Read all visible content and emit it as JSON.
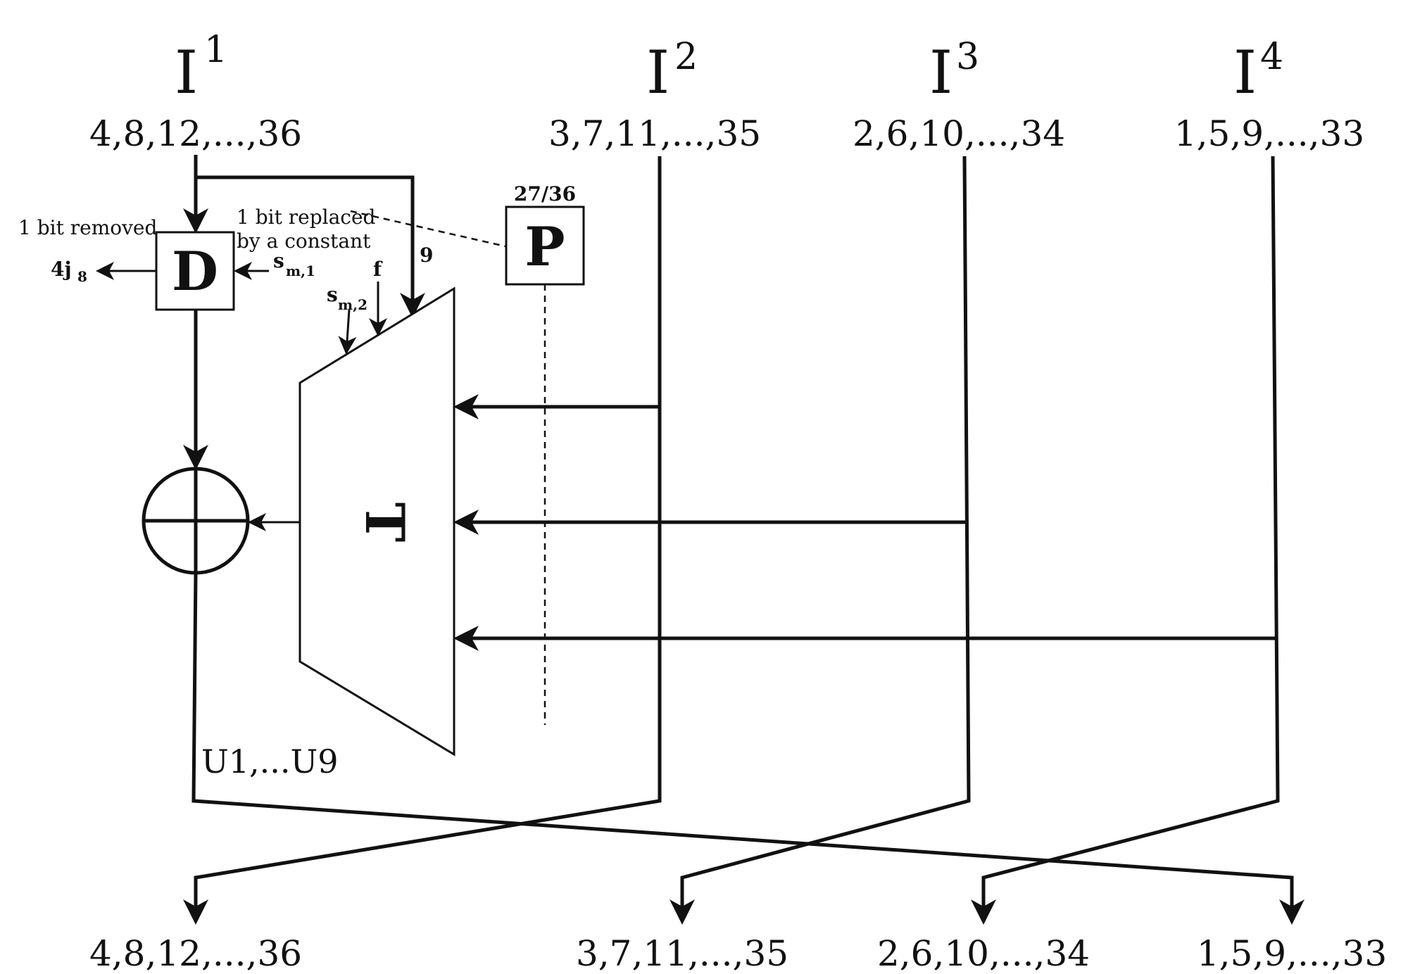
{
  "diagram": {
    "inputs": [
      {
        "base": "I",
        "sup": "1",
        "indices": "4,8,12,...,36"
      },
      {
        "base": "I",
        "sup": "2",
        "indices": "3,7,11,...,35"
      },
      {
        "base": "I",
        "sup": "3",
        "indices": "2,6,10,...,34"
      },
      {
        "base": "I",
        "sup": "4",
        "indices": "1,5,9,...,33"
      }
    ],
    "outputs": [
      "4,8,12,...,36",
      "3,7,11,...,35",
      "2,6,10,...,34",
      "1,5,9,...,33"
    ],
    "blocks": {
      "D": "D",
      "P": "P",
      "T": "T"
    },
    "labels": {
      "bit_removed": "1 bit removed",
      "bit_replaced_line1": "1 bit replaced",
      "bit_replaced_line2": "by a constant",
      "out_j_main": "4j",
      "out_j_sub": "8",
      "s_m1_main": "s",
      "s_m1_sub": "m,1",
      "s_m2_main": "s",
      "s_m2_sub": "m,2",
      "f": "f",
      "nine": "9",
      "ratio": "27/36",
      "u_range": "U1,...U9"
    },
    "operator_icon": "xor-circle-plus-icon"
  }
}
